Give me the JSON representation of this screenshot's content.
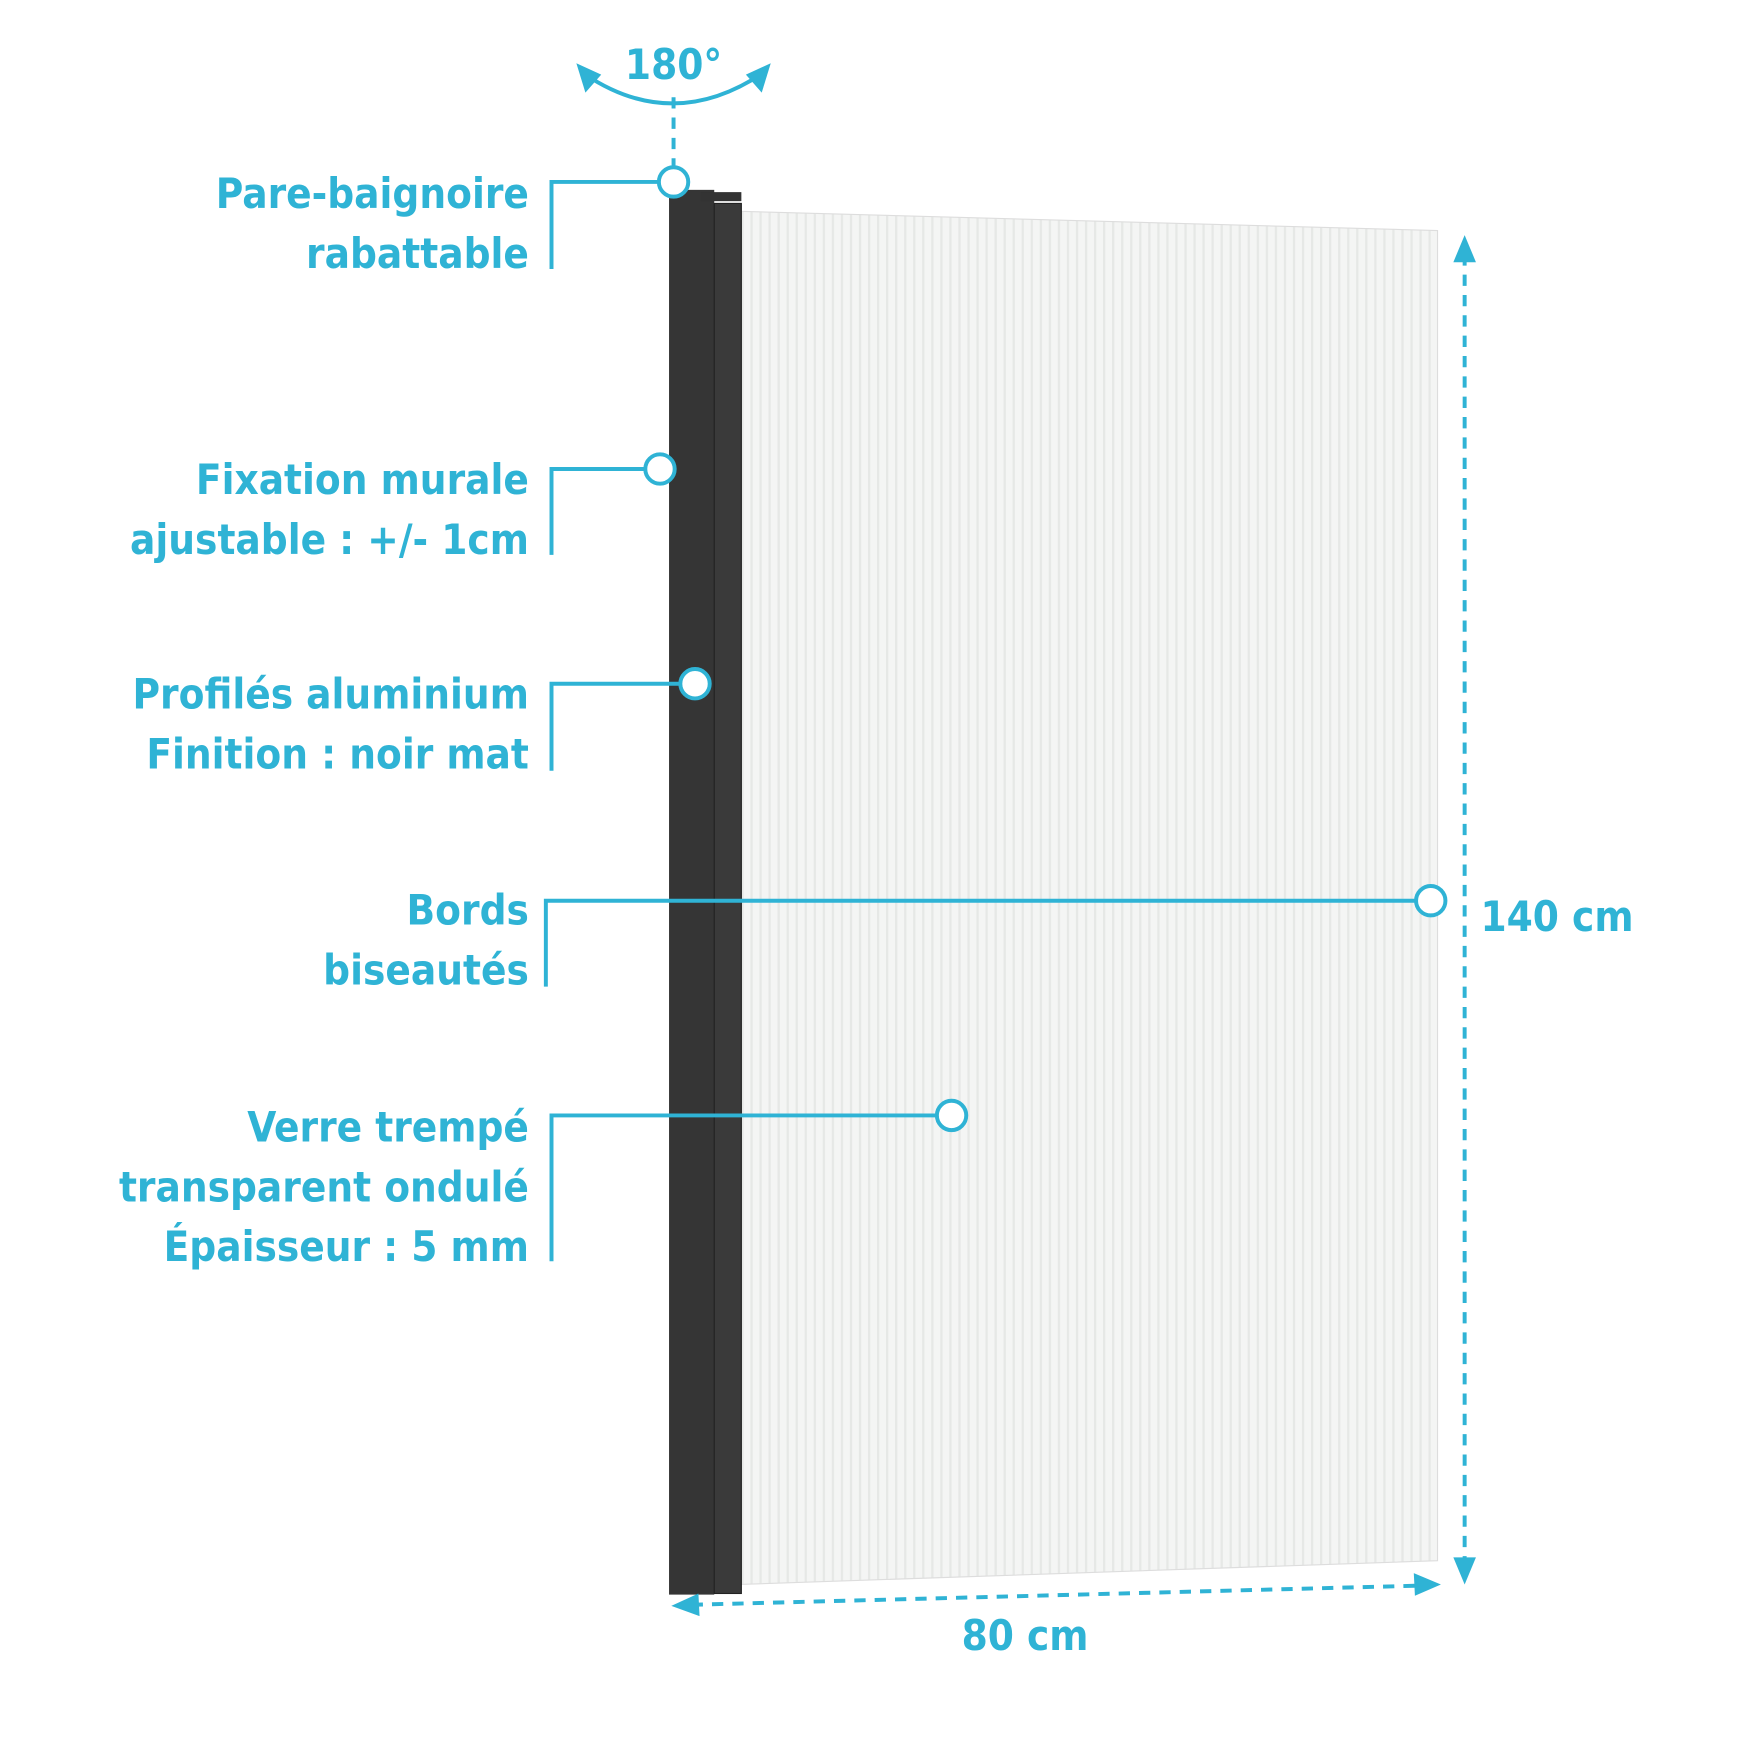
{
  "accent_color": "#2fb3d5",
  "rotation_label": "180°",
  "callouts": [
    {
      "lines": [
        "Pare-baignoire",
        "rabattable"
      ]
    },
    {
      "lines": [
        "Fixation murale",
        "ajustable : +/- 1cm"
      ]
    },
    {
      "lines": [
        "Profilés aluminium",
        "Finition : noir mat"
      ]
    },
    {
      "lines": [
        "Bords",
        "biseautés"
      ]
    },
    {
      "lines": [
        "Verre trempé",
        "transparent ondulé",
        "Épaisseur : 5 mm"
      ]
    }
  ],
  "dimensions": {
    "height": "140 cm",
    "width": "80 cm"
  }
}
